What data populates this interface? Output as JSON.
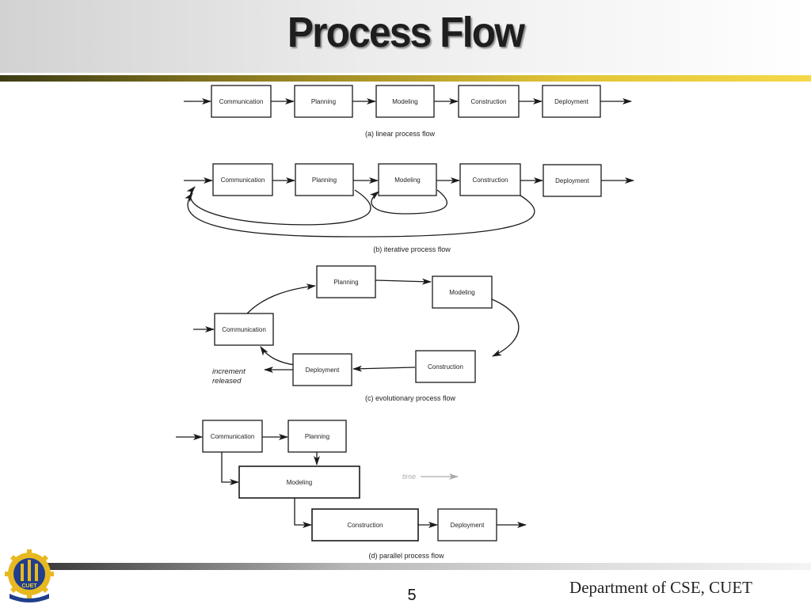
{
  "slide": {
    "title": "Process Flow",
    "page_number": "5",
    "footer": "Department of CSE, CUET",
    "logo_text": "CUET"
  },
  "diagram": {
    "activities": {
      "communication": "Communication",
      "planning": "Planning",
      "modeling": "Modeling",
      "construction": "Construction",
      "deployment": "Deployment"
    },
    "captions": {
      "linear": "(a) linear process flow",
      "iterative": "(b) iterative process flow",
      "evolutionary": "(c) evolutionary process flow",
      "parallel": "(d) parallel process flow"
    },
    "increment_line1": "increment",
    "increment_line2": "released",
    "time_label": "time"
  },
  "colors": {
    "title_text": "#1e1e1e",
    "accent_gold": "#e2c436",
    "box_stroke": "#1a1a1a",
    "logo_blue": "#1f3f8c"
  }
}
